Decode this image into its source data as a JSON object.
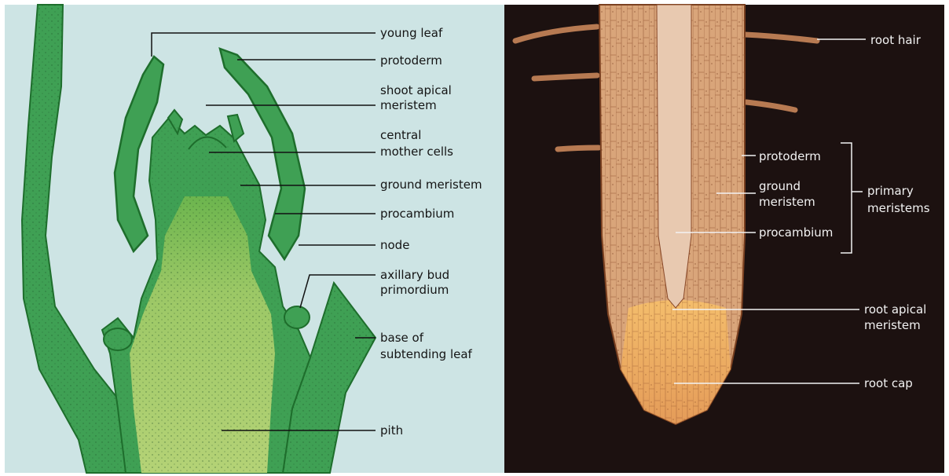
{
  "colors": {
    "shoot_background": "#cde4e4",
    "root_background": "#1c1110",
    "shoot_leaf": "#3fa054",
    "shoot_leaf_dark": "#1e6e2c",
    "pith": "#a8c96a",
    "root_tissue": "#d9a57a",
    "root_cap": "#f0b464",
    "dark_label": "#141414",
    "light_label": "#f2f2f2"
  },
  "shoot_labels": {
    "young_leaf": "young leaf",
    "protoderm": "protoderm",
    "shoot_apical_meristem_1": "shoot apical",
    "shoot_apical_meristem_2": "meristem",
    "central_mother_cells_1": "central",
    "central_mother_cells_2": "mother cells",
    "ground_meristem": "ground meristem",
    "procambium": "procambium",
    "node": "node",
    "axillary_bud_1": "axillary bud",
    "axillary_bud_2": "primordium",
    "base_leaf_1": "base of",
    "base_leaf_2": "subtending leaf",
    "pith": "pith"
  },
  "root_labels": {
    "root_hair": "root hair",
    "protoderm": "protoderm",
    "ground_meristem_1": "ground",
    "ground_meristem_2": "meristem",
    "procambium": "procambium",
    "primary_meristems_1": "primary",
    "primary_meristems_2": "meristems",
    "root_apical_meristem_1": "root apical",
    "root_apical_meristem_2": "meristem",
    "root_cap": "root cap"
  }
}
